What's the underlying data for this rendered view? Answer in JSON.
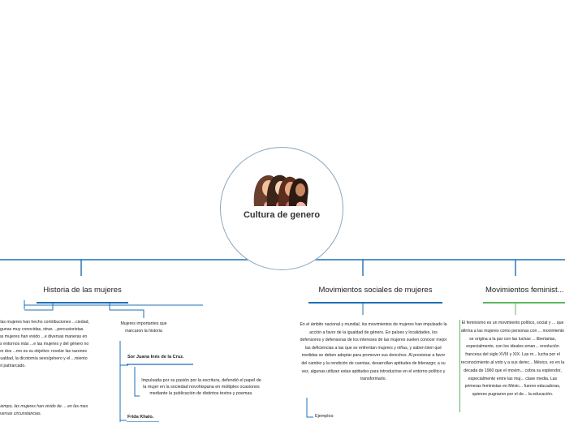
{
  "root": {
    "title": "Cultura de genero"
  },
  "colors": {
    "blue": "#1e6fb4",
    "green": "#5cb85c",
    "root_border": "#8aa7c0"
  },
  "branches": {
    "historia": {
      "title": "Historia de las mujeres",
      "intro": "...las mujeres han hecho contribuciones ...ciedad, algunas muy conocidas, otras ...percusioristas. Las mujeres han vivido ...e diversas maneras en los entornos más ...e las mujeres y del género no son dos ...mo es su objetivo: revelar las razones ...ualdad, la dicotomía sexo/género y el ...miento del patriarcado.",
      "quote": "...iempo, las mujeres han vivido de ... en las mas diversas circunstancias.",
      "important": {
        "title": "Mujeres importantes que marcaron la historia",
        "sor_juana": "Sor Juana Inés de la Cruz.",
        "sor_juana_desc": "Impulsada por su pasión por la escritura, defendió el papel de la mujer en la sociedad novohispana en múltiples ocasiones mediante la publicación de distintos textos y poemas.",
        "frida": "Frida Khalo."
      }
    },
    "movimientos_sociales": {
      "title": "Movimientos sociales de mujeres",
      "desc": "En el ámbito nacional y mundial, los movimientos de mujeres han impulsado la acción a favor de la igualdad de género. En países y localidades, los defensores y defensoras de los intereses de las mujeres suelen conocer mejor las deficiencias a las que se enfrentan mujeres y niñas, y saben bien qué medidas se deben adoptar para promover sus derechos. Al presionar a favor del cambio y la rendición de cuentas, desarrollan aptitudes de liderazgo; a su vez, algunas utilizan estas aptitudes para introducirse en el entorno político y transformarlo.",
      "examples": "Ejemplos:"
    },
    "feministas": {
      "title": "Movimientos feminist...",
      "desc": "El feminismo es un movimiento político, social y ... que afirma a las mujeres como personas con ... movimiento se origina a la par con las luchas ... libertarias, especialmente, con los ideales eman... revolución francesa del siglo XVIII y XIX. Las m... lucha por el reconocimiento al voto y a sus derec... México, es en la década de 1960 que el movim... cobra su esplendor, especialmente entre las muj... clase media. Las primeras feministas en Méxic... fueron educadoras, quienes pugnaron por el de... la educación."
    }
  }
}
